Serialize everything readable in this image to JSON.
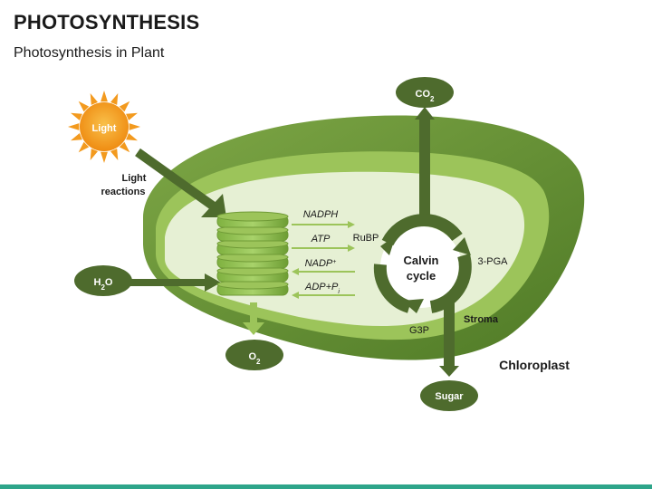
{
  "header": {
    "title": "PHOTOSYNTHESIS",
    "subtitle": "Photosynthesis in Plant"
  },
  "diagram": {
    "light": "Light",
    "light_reactions_line1": "Light",
    "light_reactions_line2": "reactions",
    "h2o": {
      "main": "H",
      "sub": "2",
      "tail": "O"
    },
    "o2": {
      "main": "O",
      "sub": "2"
    },
    "co2": {
      "main": "CO",
      "sub": "2"
    },
    "sugar": "Sugar",
    "nadph": "NADPH",
    "atp": "ATP",
    "nadp": {
      "main": "NADP",
      "sup": "+"
    },
    "adp": {
      "main": "ADP+P",
      "sub": "i"
    },
    "rubp": "RuBP",
    "pga": "3-PGA",
    "g3p": "G3P",
    "calvin_line1": "Calvin",
    "calvin_line2": "cycle",
    "stroma": "Stroma",
    "chloroplast": "Chloroplast"
  },
  "colors": {
    "dark_green": "#4e6b2d",
    "mid_green": "#6f9a36",
    "light_green": "#9cc45a",
    "pale_green": "#e6f0d4",
    "sun_orange": "#f39a1e",
    "accent_bar": "#2ea58a"
  }
}
